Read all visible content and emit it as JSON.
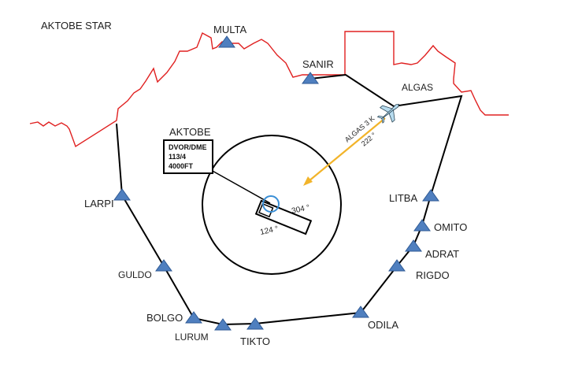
{
  "title": "AKTOBE STAR",
  "airport": {
    "name": "AKTOBE",
    "navaid_box": [
      "DVOR/DME",
      "113/4",
      "4000FT"
    ]
  },
  "runway": {
    "heading_a": "304 °",
    "heading_b": "124 °"
  },
  "route_label": {
    "line1": "ALGAS 3 K",
    "line2": "222 °"
  },
  "fixes": [
    {
      "name": "MULTA"
    },
    {
      "name": "SANIR"
    },
    {
      "name": "ALGAS"
    },
    {
      "name": "LITBA"
    },
    {
      "name": "OMITO"
    },
    {
      "name": "ADRAT"
    },
    {
      "name": "RIGDO"
    },
    {
      "name": "ODILA"
    },
    {
      "name": "TIKTO"
    },
    {
      "name": "LURUM"
    },
    {
      "name": "BOLGO"
    },
    {
      "name": "GULDO"
    },
    {
      "name": "LARPI"
    }
  ],
  "colors": {
    "border": "#e02020",
    "route": "#000000",
    "fix_marker": "#4f7fbf",
    "arrow": "#f2b42a",
    "vor": "#3a8fd6"
  },
  "icons": {
    "aircraft": "airplane-icon",
    "fix": "triangle-icon"
  }
}
